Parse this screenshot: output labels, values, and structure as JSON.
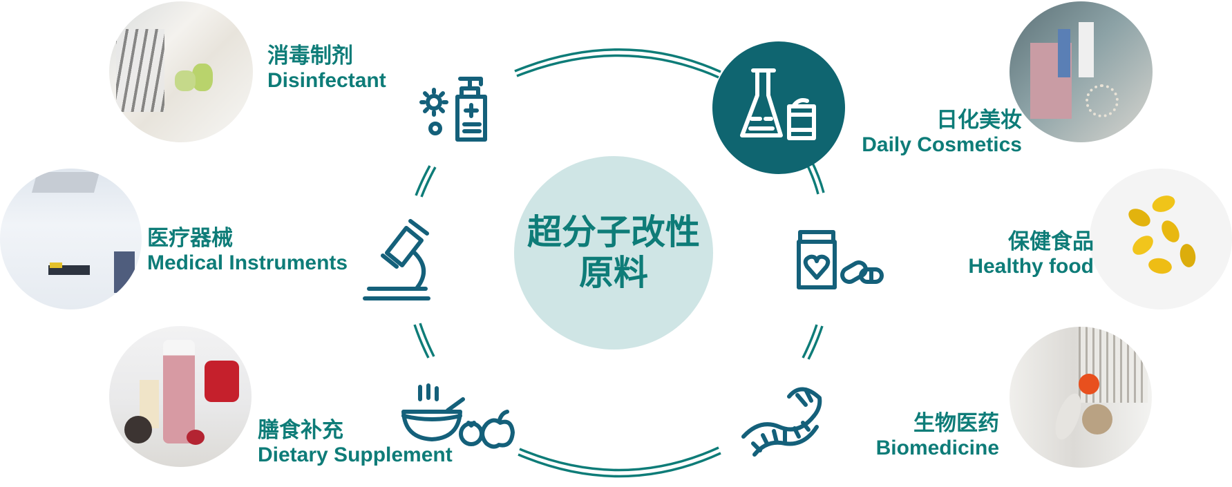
{
  "center": {
    "line1": "超分子改性",
    "line2": "原料",
    "fill_color": "#cfe5e5",
    "text_color": "#0e7c78"
  },
  "applications": [
    {
      "id": "disinfectant",
      "zh": "消毒制剂",
      "en": "Disinfectant",
      "icon": "sanitizer-bottle-gear-icon",
      "photo": "laboratory-scientist-photo"
    },
    {
      "id": "medical",
      "zh": "医疗器械",
      "en": "Medical Instruments",
      "icon": "microscope-icon",
      "photo": "operating-room-photo"
    },
    {
      "id": "dietary",
      "zh": "膳食补充",
      "en": "Dietary Supplement",
      "icon": "bowl-tomato-apple-icon",
      "photo": "smoothie-berries-photo"
    },
    {
      "id": "cosmetics",
      "zh": "日化美妆",
      "en": "Daily Cosmetics",
      "icon": "flask-cream-jar-icon",
      "photo": "cosmetics-products-photo"
    },
    {
      "id": "healthy",
      "zh": "保健食品",
      "en": "Healthy food",
      "icon": "pill-bottle-heart-icon",
      "photo": "softgel-capsules-photo"
    },
    {
      "id": "biomedicine",
      "zh": "生物医药",
      "en": "Biomedicine",
      "icon": "dna-helix-icon",
      "photo": "pills-books-photo"
    }
  ],
  "colors": {
    "accent": "#0e7c78",
    "icon": "#14607a",
    "highlight_circle": "#0f6570"
  }
}
